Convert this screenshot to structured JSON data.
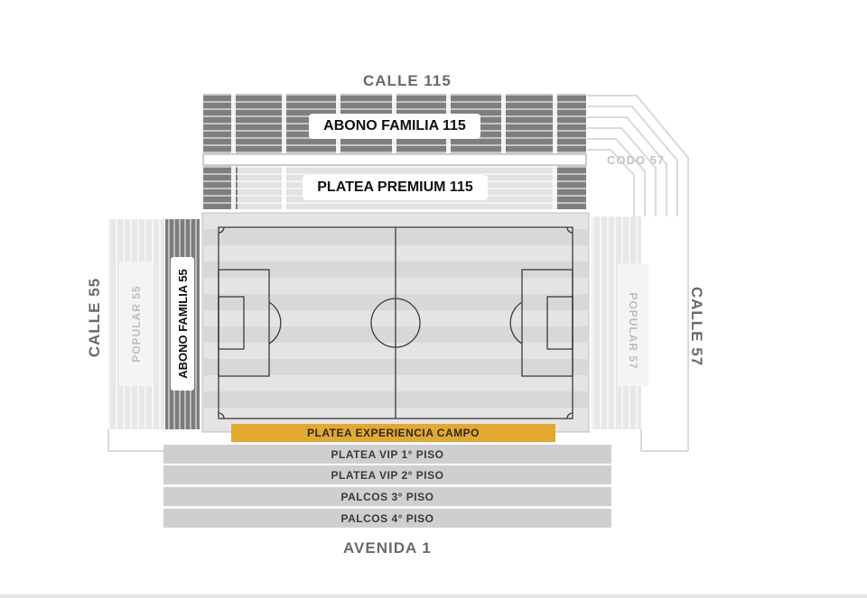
{
  "streets": {
    "top": "CALLE 115",
    "left": "CALLE 55",
    "right": "CALLE 57",
    "bottom": "AVENIDA 1"
  },
  "sections": {
    "abono_familia_115": "ABONO FAMILIA 115",
    "platea_premium_115": "PLATEA PREMIUM 115",
    "codo_57": "CODO 57",
    "popular_55": "POPULAR 55",
    "abono_familia_55": "ABONO FAMILIA 55",
    "popular_57": "POPULAR 57",
    "platea_experiencia_campo": "PLATEA EXPERIENCIA CAMPO",
    "platea_vip_1": "PLATEA VIP 1° PISO",
    "platea_vip_2": "PLATEA VIP 2° PISO",
    "palcos_3": "PALCOS 3° PISO",
    "palcos_4": "PALCOS 4° PISO"
  },
  "colors": {
    "highlight": "#e3a92f",
    "dark_section": "#8a8a8a",
    "light_section": "#dedede",
    "tier": "#cfcfcf",
    "pitch": "#e4e4e4",
    "street_text": "#6a6a6a"
  }
}
